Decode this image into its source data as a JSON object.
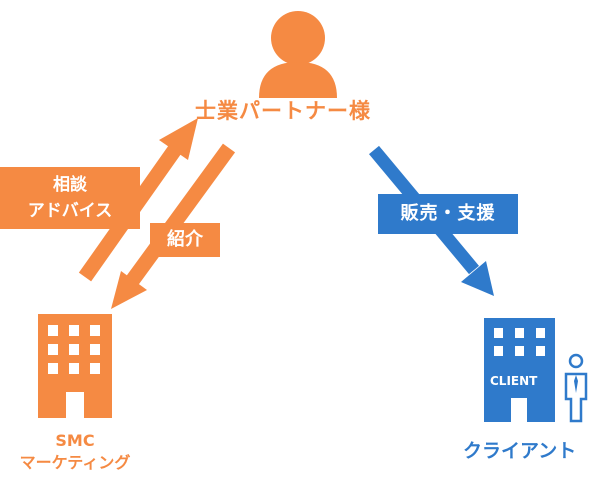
{
  "partner": {
    "label": "士業パートナー様",
    "icon": "person-icon"
  },
  "smc": {
    "line1": "SMC",
    "line2": "マーケティング",
    "icon": "office-building-icon"
  },
  "client": {
    "label": "クライアント",
    "sign": "CLIENT",
    "icon": "office-building-with-person-icon"
  },
  "relations": {
    "consult_line1": "相談",
    "consult_line2": "アドバイス",
    "referral": "紹介",
    "sales": "販売・支援"
  },
  "colors": {
    "orange": "#f58a43",
    "blue": "#2f7acb",
    "background": "#ffffff"
  }
}
